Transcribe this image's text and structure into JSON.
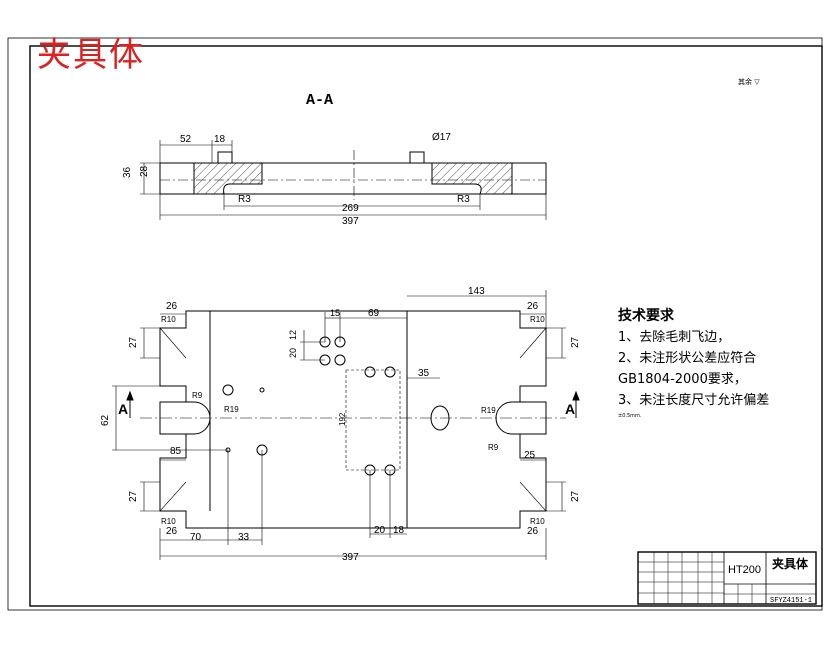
{
  "stamp": "夹具体",
  "view": {
    "section_label": "A-A",
    "section_mark": "A"
  },
  "rough_corner": "其余 ▽",
  "section_dims": {
    "w52": "52",
    "w18": "18",
    "dia17": "Ø17",
    "h36": "36",
    "h28": "28",
    "r3": "R3",
    "len269": "269",
    "len397": "397"
  },
  "plan_dims": {
    "w26": "26",
    "h27": "27",
    "r10": "R10",
    "r9": "R9",
    "r19": "R19",
    "d15": "15",
    "d69": "69",
    "d143": "143",
    "d20": "20",
    "d12": "12",
    "d35": "35",
    "d62": "62",
    "d85": "85",
    "d70": "70",
    "d33": "33",
    "d18": "18",
    "d25": "25",
    "d397": "397",
    "d192": "192"
  },
  "notes": {
    "title": "技术要求",
    "items": [
      "1、去除毛刺飞边，",
      "2、未注形状公差应符合",
      "GB1804-2000要求，",
      "3、未注长度尺寸允许偏差"
    ],
    "small": "±0.5mm."
  },
  "title_block": {
    "material": "HT200",
    "part_name": "夹具体",
    "drawing_no": "SFYZ4151-1"
  }
}
